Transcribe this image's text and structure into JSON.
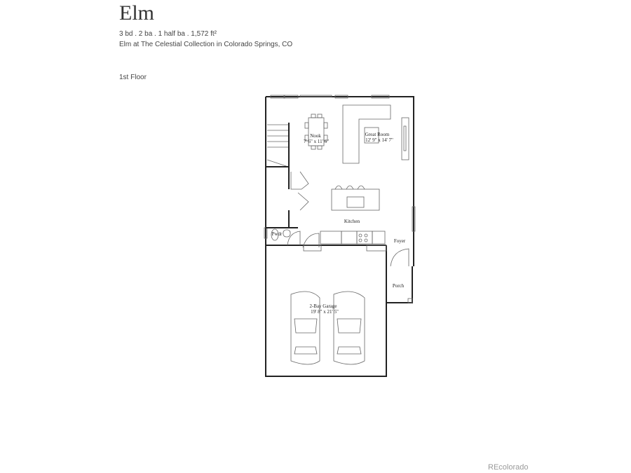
{
  "header": {
    "title": "Elm",
    "specs": "3 bd . 2 ba . 1 half ba . 1,572 ft²",
    "community": "Elm at The Celestial Collection in Colorado Springs, CO"
  },
  "floor_label": "1st Floor",
  "rooms": {
    "nook": {
      "name": "Nook",
      "size": "7' 6\" x 11' 6\""
    },
    "great_room": {
      "name": "Great Room",
      "size": "12' 9\" x 14' 7\""
    },
    "kitchen": {
      "name": "Kitchen"
    },
    "powder": {
      "name": "Pwdr"
    },
    "foyer": {
      "name": "Foyer"
    },
    "porch": {
      "name": "Porch"
    },
    "garage": {
      "name": "2-Bay Garage",
      "size": "19' 8\" x 21' 5\""
    }
  },
  "watermark": "REcolorado"
}
